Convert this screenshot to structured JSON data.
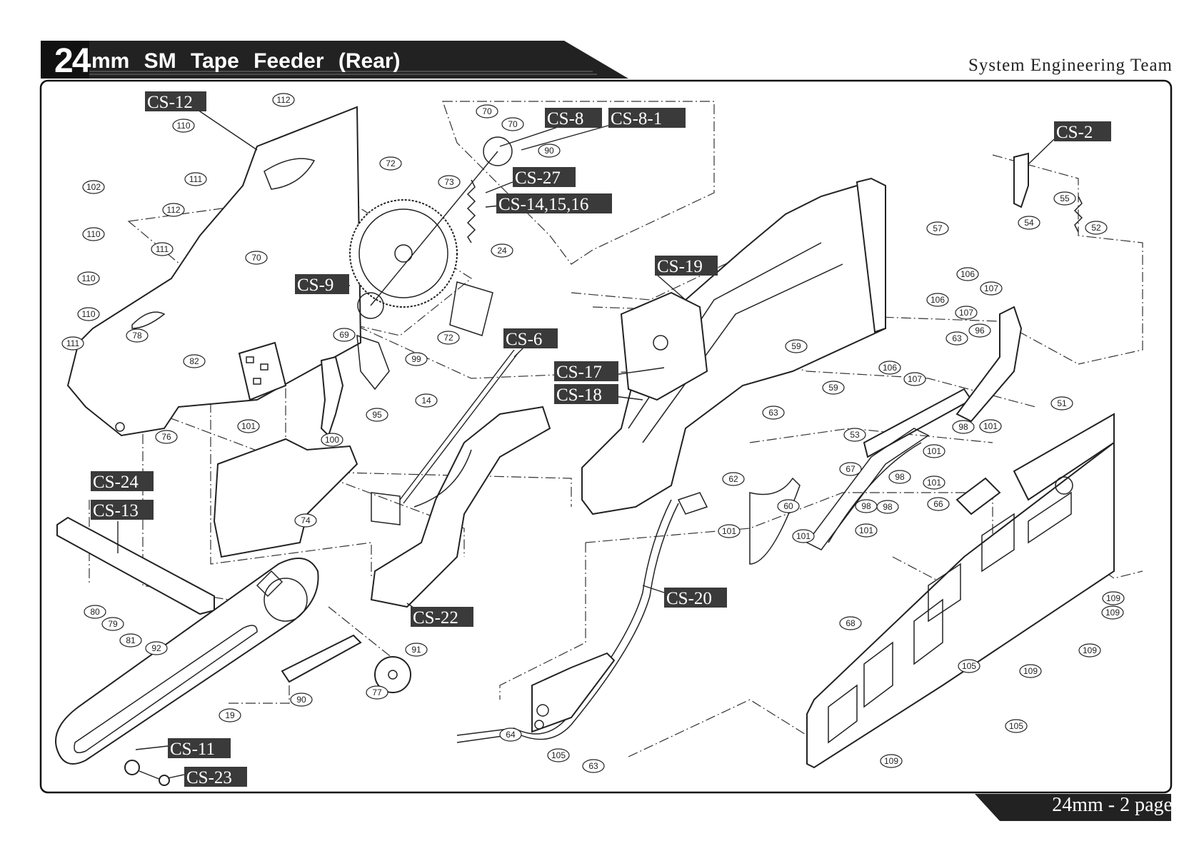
{
  "header": {
    "title_number": "24",
    "title_text": "mm SM Tape Feeder (Rear)",
    "team": "System Engineering Team",
    "page": "24mm - 2 page"
  },
  "callouts": [
    "CS-12",
    "CS-8",
    "CS-8-1",
    "CS-27",
    "CS-14,15,16",
    "CS-2",
    "CS-9",
    "CS-19",
    "CS-6",
    "CS-17",
    "CS-18",
    "CS-24",
    "CS-13",
    "CS-22",
    "CS-20",
    "CS-11",
    "CS-23"
  ],
  "part_numbers": [
    "112",
    "110",
    "111",
    "102",
    "112",
    "110",
    "111",
    "110",
    "110",
    "111",
    "70",
    "70",
    "90",
    "72",
    "73",
    "70",
    "24",
    "72",
    "69",
    "99",
    "14",
    "78",
    "82",
    "76",
    "101",
    "95",
    "100",
    "74",
    "80",
    "79",
    "81",
    "92",
    "91",
    "90",
    "19",
    "77",
    "55",
    "54",
    "52",
    "57",
    "106",
    "107",
    "106",
    "107",
    "63",
    "96",
    "59",
    "59",
    "106",
    "107",
    "63",
    "53",
    "98",
    "101",
    "101",
    "51",
    "67",
    "98",
    "101",
    "66",
    "98",
    "101",
    "98",
    "62",
    "101",
    "60",
    "101",
    "109",
    "109",
    "68",
    "109",
    "109",
    "105",
    "105",
    "64",
    "105",
    "63",
    "109"
  ]
}
